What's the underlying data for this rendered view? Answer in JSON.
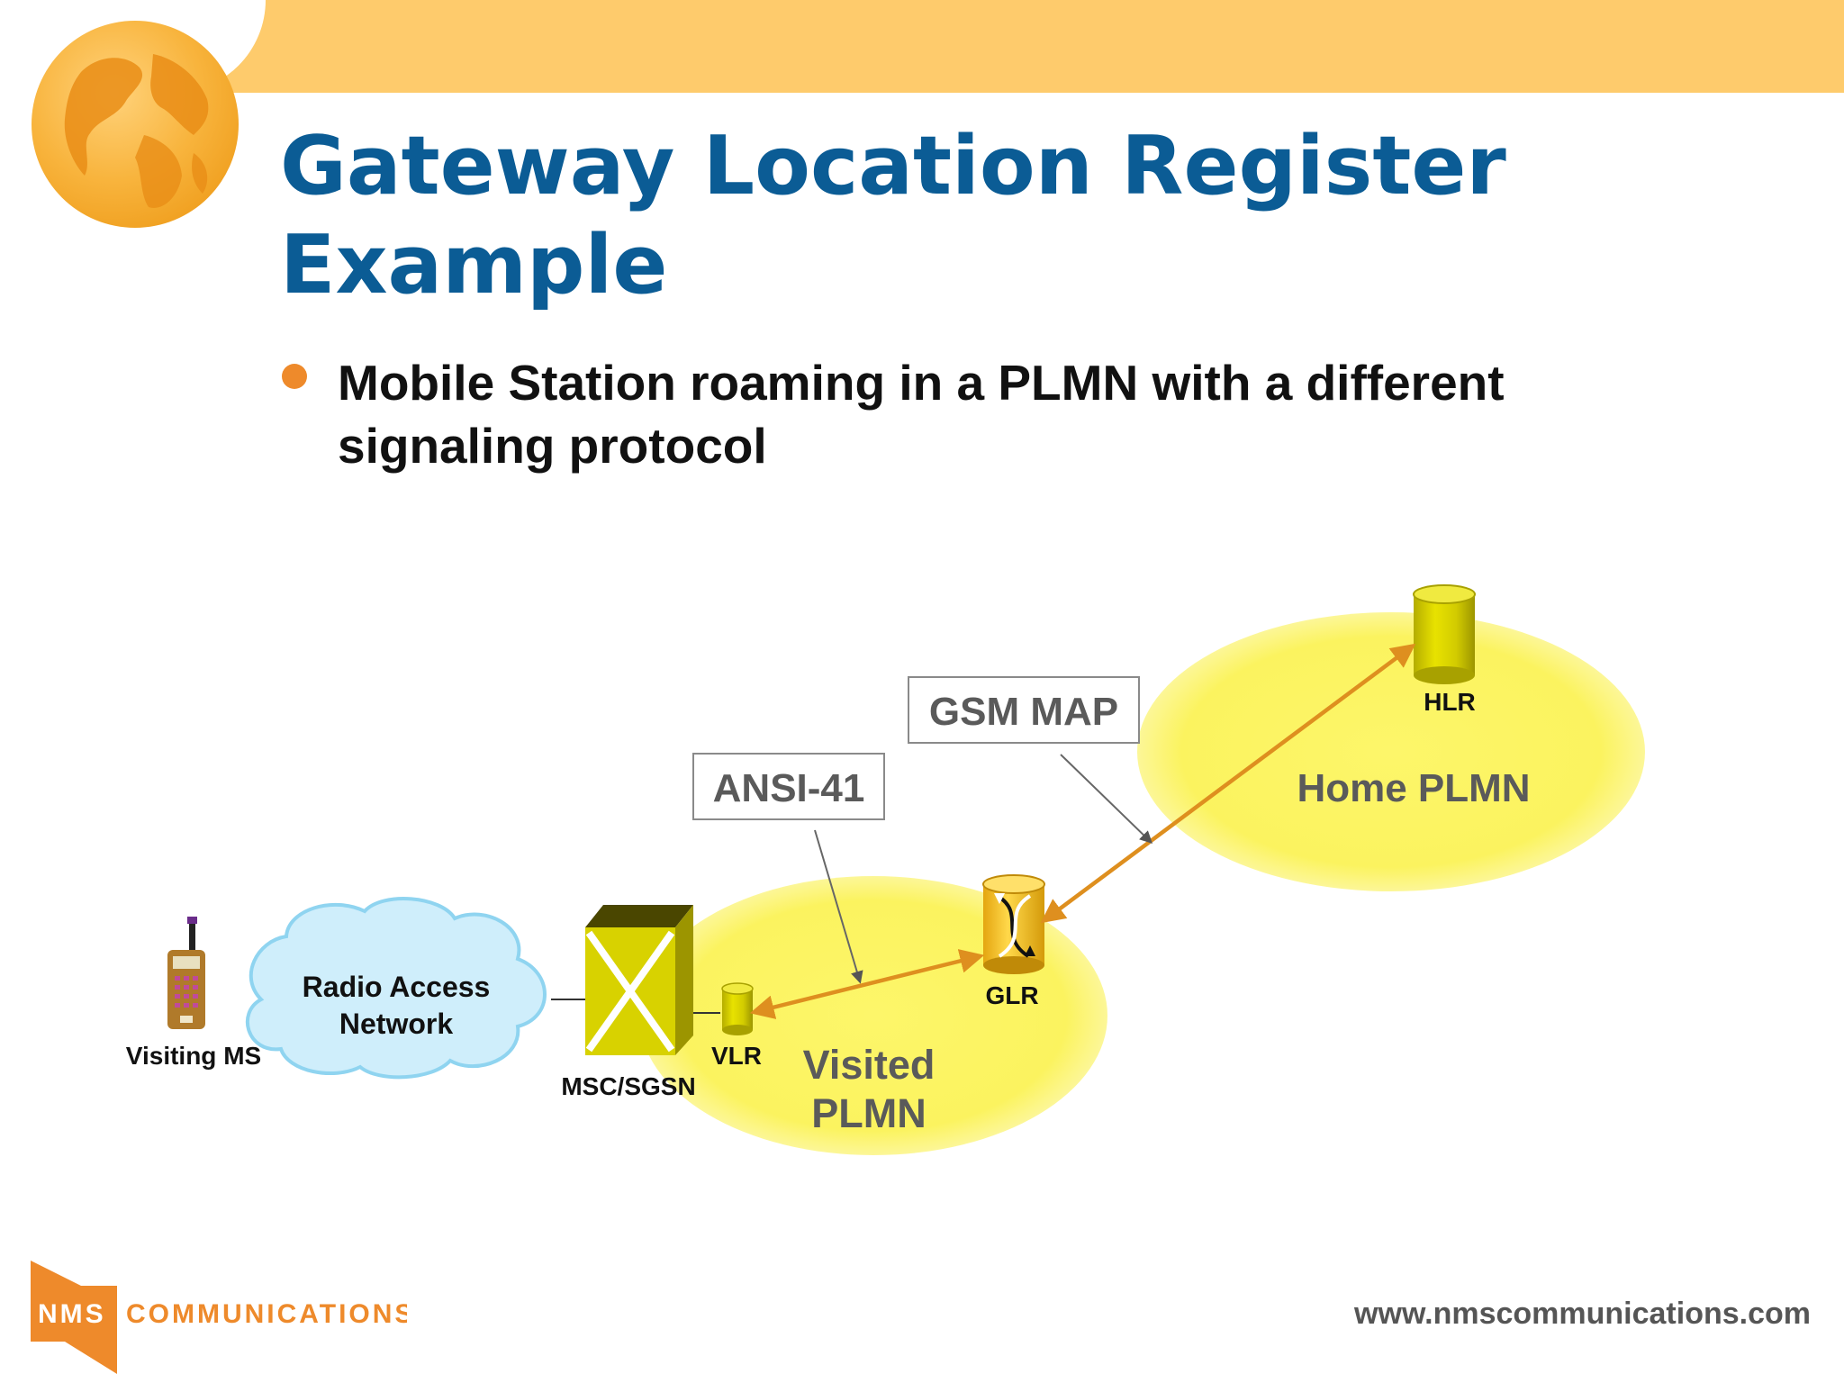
{
  "title": {
    "line1": "Gateway Location Register",
    "line2": "Example"
  },
  "bullet": {
    "line1": "Mobile Station roaming in a PLMN with a different",
    "line2": "signaling protocol"
  },
  "diagram": {
    "labels": {
      "visiting_ms": "Visiting MS",
      "ran_line1": "Radio Access",
      "ran_line2": "Network",
      "msc": "MSC/SGSN",
      "vlr": "VLR",
      "visited_line1": "Visited",
      "visited_line2": "PLMN",
      "glr": "GLR",
      "hlr": "HLR",
      "home": "Home PLMN",
      "ansi": "ANSI-41",
      "gsm_map": "GSM MAP"
    },
    "colors": {
      "ellipse": "#fbf35f",
      "arrow": "#de8f1f",
      "cylinder": "#d8d200",
      "cloud": "#cfeefb",
      "title": "#0b5c95",
      "bullet": "#ee8a2b"
    }
  },
  "footer": {
    "logo_nms": "NMS",
    "logo_comm": "COMMUNICATIONS",
    "url": "www.nmscommunications.com"
  }
}
